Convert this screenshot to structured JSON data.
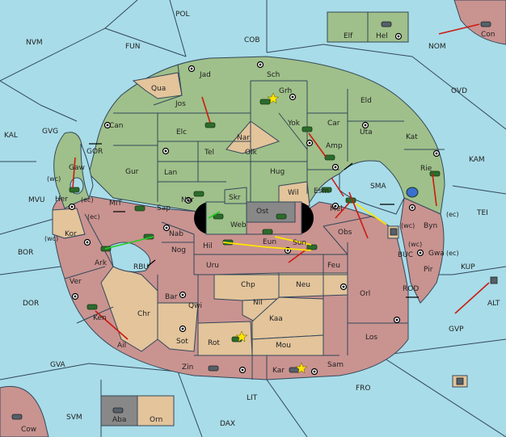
{
  "seas": [
    "NVM",
    "POL",
    "FUN",
    "COB",
    "NOM",
    "OVD",
    "KAL",
    "GVG",
    "GOR",
    "MVU",
    "BOR",
    "MIT",
    "RBU",
    "SMA",
    "KAM",
    "TEI",
    "BUC",
    "ROD",
    "KUP",
    "ALT",
    "GVP",
    "DOR",
    "GVA",
    "FRO",
    "LIT",
    "SVM",
    "DAX"
  ],
  "green_regions": [
    "Jad",
    "Sch",
    "Grh",
    "Jos",
    "Qua",
    "Eld",
    "Can",
    "Elc",
    "Tel",
    "Nar",
    "Car",
    "Yok",
    "Uta",
    "Kat",
    "Amp",
    "Olk",
    "Hug",
    "Gur",
    "Lan",
    "Nor",
    "Sap",
    "Skr",
    "Web",
    "Esm",
    "Rie",
    "Gaw",
    "Her",
    "Elf",
    "Hel"
  ],
  "red_regions": [
    "Kor",
    "Ark",
    "Nab",
    "Nog",
    "Hil",
    "Eun",
    "Sun",
    "Mel",
    "Obs",
    "Byn",
    "Gwa",
    "Pir",
    "Uru",
    "Feu",
    "Bar",
    "Qwi",
    "Ver",
    "Ken",
    "Ail",
    "Zin",
    "Kar",
    "Sam",
    "Orl",
    "Los",
    "Con",
    "Cow"
  ],
  "tan_regions": [
    "Wil",
    "Chr",
    "Sot",
    "Rot",
    "Chp",
    "Nil",
    "Neu",
    "Kaa",
    "Mou",
    "Orn"
  ],
  "grey_regions": [
    "Ost",
    "Aba"
  ],
  "coast_tags": [
    "(wc)",
    "(ec)",
    "(ec)",
    "(wc)",
    "(wc)",
    "(ec)",
    "(ec)",
    "(wc)"
  ],
  "colors": {
    "sea": "#a8dce8",
    "green": "#9fc08a",
    "red": "#c99390",
    "tan": "#e3c49b",
    "grey": "#888888",
    "arrow_red": "#cc1a10",
    "arrow_yellow": "#ffe600",
    "arrow_green": "#22cc22"
  }
}
